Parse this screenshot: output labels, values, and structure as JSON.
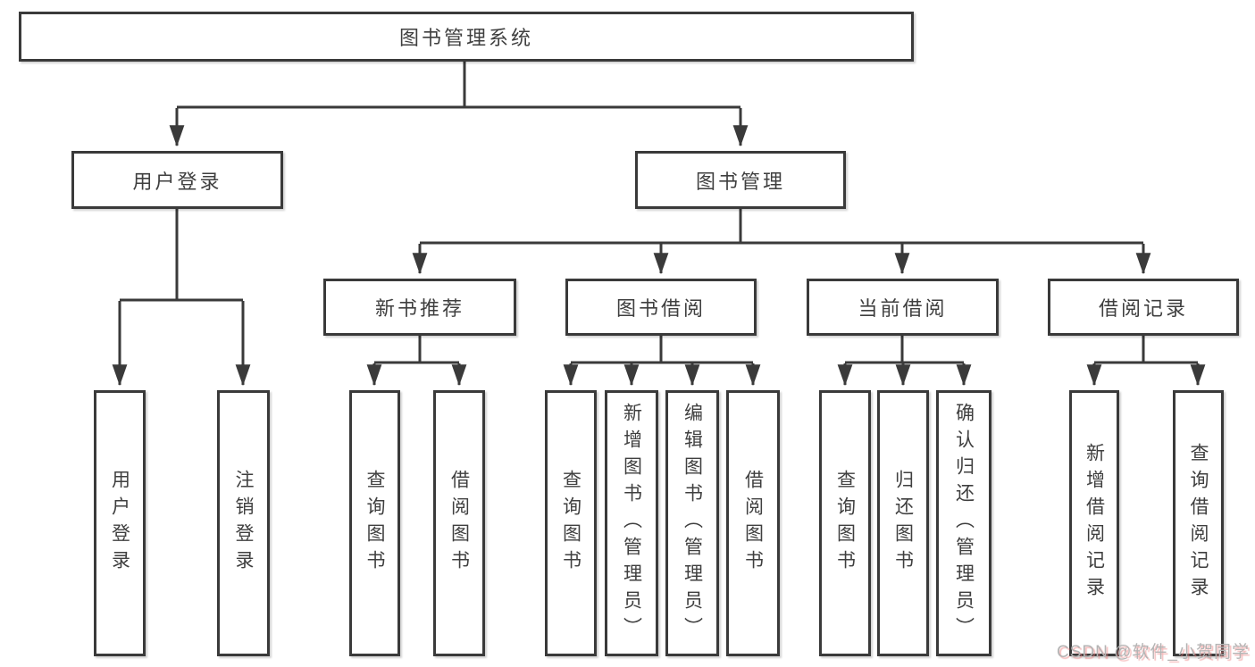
{
  "tree": {
    "label": "图书管理系统",
    "children": [
      {
        "label": "用户登录",
        "children": [
          {
            "label": "用户登录"
          },
          {
            "label": "注销登录"
          }
        ]
      },
      {
        "label": "图书管理",
        "children": [
          {
            "label": "新书推荐",
            "children": [
              {
                "label": "查询图书"
              },
              {
                "label": "借阅图书"
              }
            ]
          },
          {
            "label": "图书借阅",
            "children": [
              {
                "label": "查询图书"
              },
              {
                "label": "新增图书（管理员）"
              },
              {
                "label": "编辑图书（管理员）"
              },
              {
                "label": "借阅图书"
              }
            ]
          },
          {
            "label": "当前借阅",
            "children": [
              {
                "label": "查询图书"
              },
              {
                "label": "归还图书"
              },
              {
                "label": "确认归还（管理员）"
              }
            ]
          },
          {
            "label": "借阅记录",
            "children": [
              {
                "label": "新增借阅记录"
              },
              {
                "label": "查询借阅记录"
              }
            ]
          }
        ]
      }
    ]
  },
  "watermark": {
    "text": "CSDN @软件_小贺同学"
  },
  "colors": {
    "line": "#3a3a3a",
    "text": "#3f3f3f",
    "watermark": "#b4b4b4",
    "watermark_shadow": "#ec8080"
  }
}
